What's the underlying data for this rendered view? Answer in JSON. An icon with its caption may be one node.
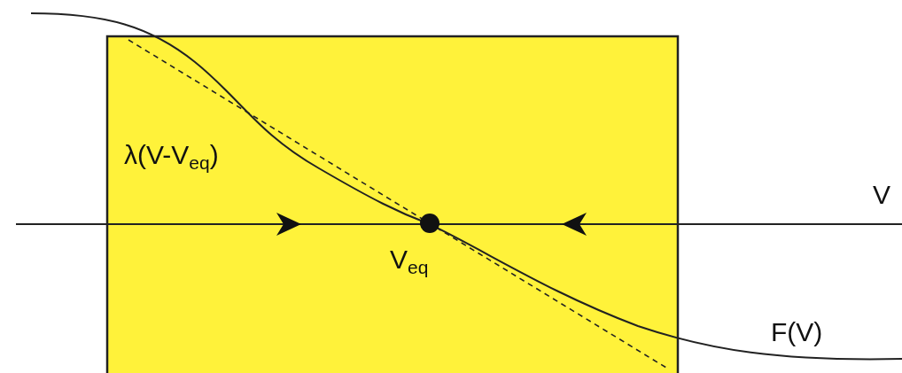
{
  "diagram": {
    "labels": [
      "λ(V-V$_{eq}$)",
      "V",
      "V$_{eq}$",
      "F(V)"
    ]
  }
}
